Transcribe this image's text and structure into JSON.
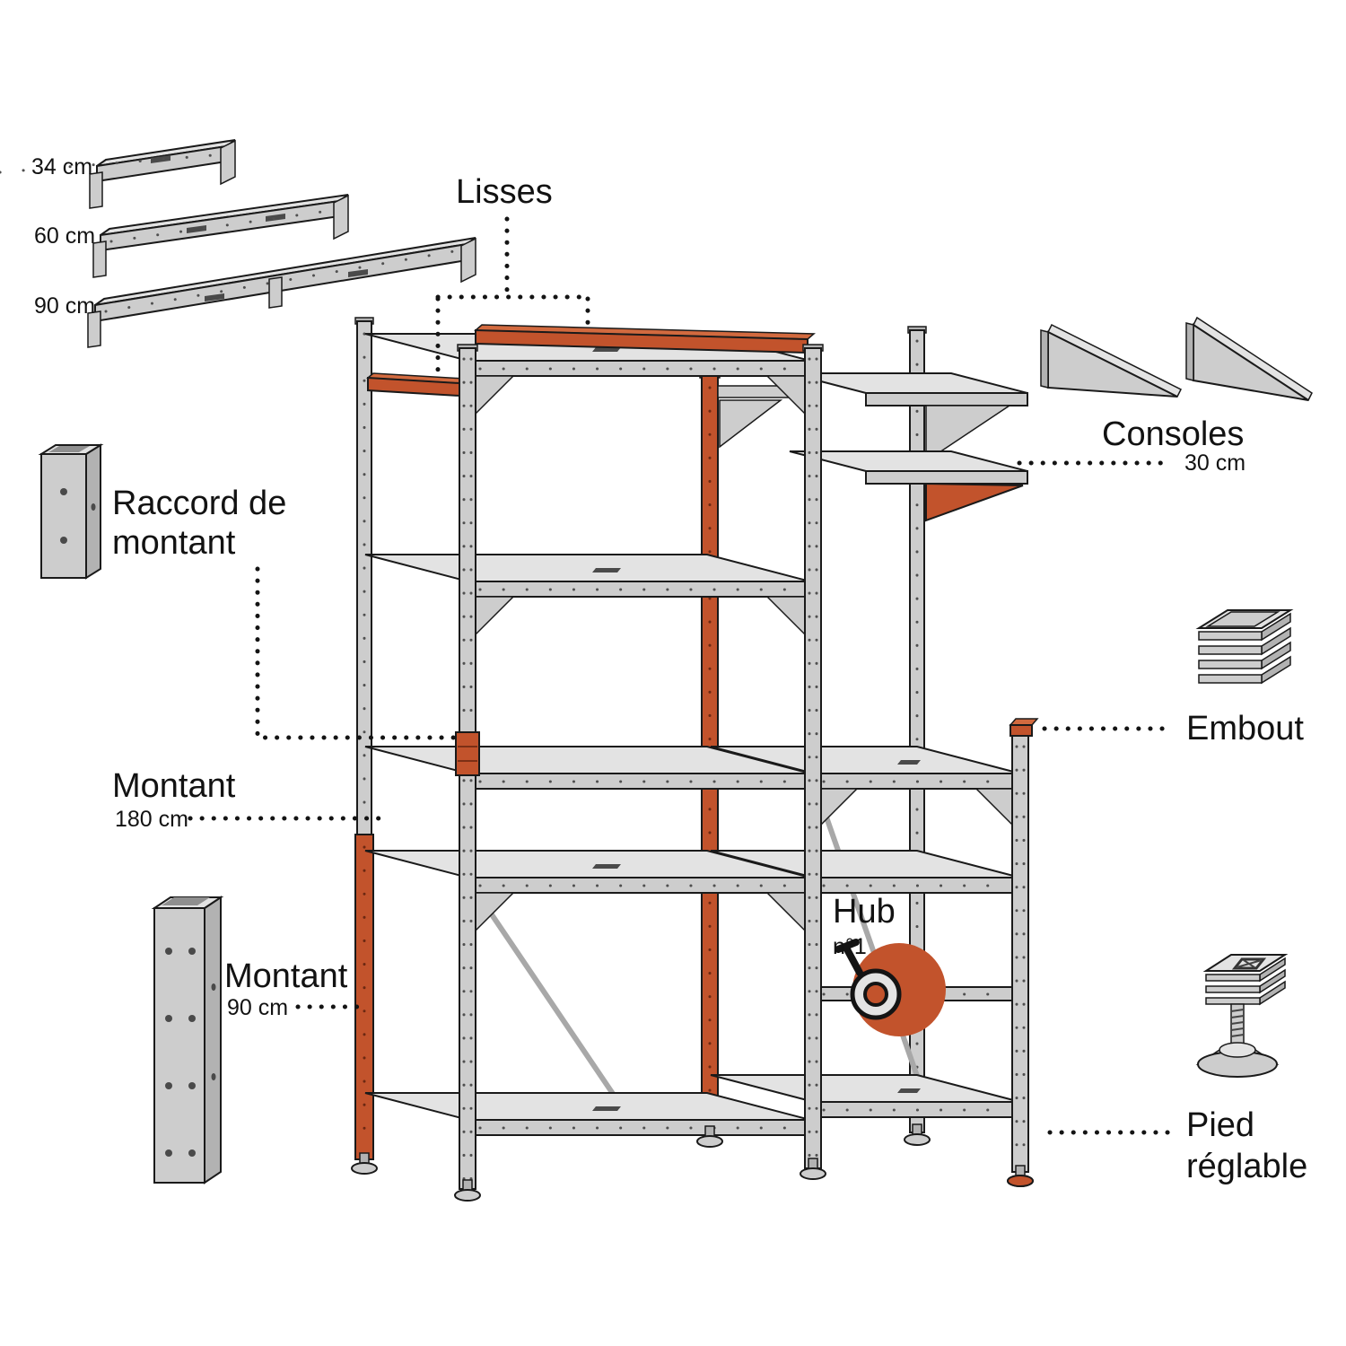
{
  "diagram": {
    "type": "exploded-parts-diagram",
    "subject": "modular-shelving-unit",
    "colors": {
      "accent_orange": "#c2532c",
      "line": "#1a1a1a",
      "metal_light": "#e3e3e3",
      "metal_mid": "#cdcdcd"
    }
  },
  "labels": {
    "lisses": "Lisses",
    "lisse_size_34": "34 cm",
    "lisse_size_60": "60 cm",
    "lisse_size_90": "90 cm",
    "consoles": "Consoles",
    "console_size": "30 cm",
    "raccord_line1": "Raccord de",
    "raccord_line2": "montant",
    "montant_180_name": "Montant",
    "montant_180_size": "180 cm",
    "montant_90_name": "Montant",
    "montant_90_size": "90 cm",
    "hub_name": "Hub",
    "hub_number": "n°1",
    "embout": "Embout",
    "pied_line1": "Pied",
    "pied_line2": "réglable"
  }
}
